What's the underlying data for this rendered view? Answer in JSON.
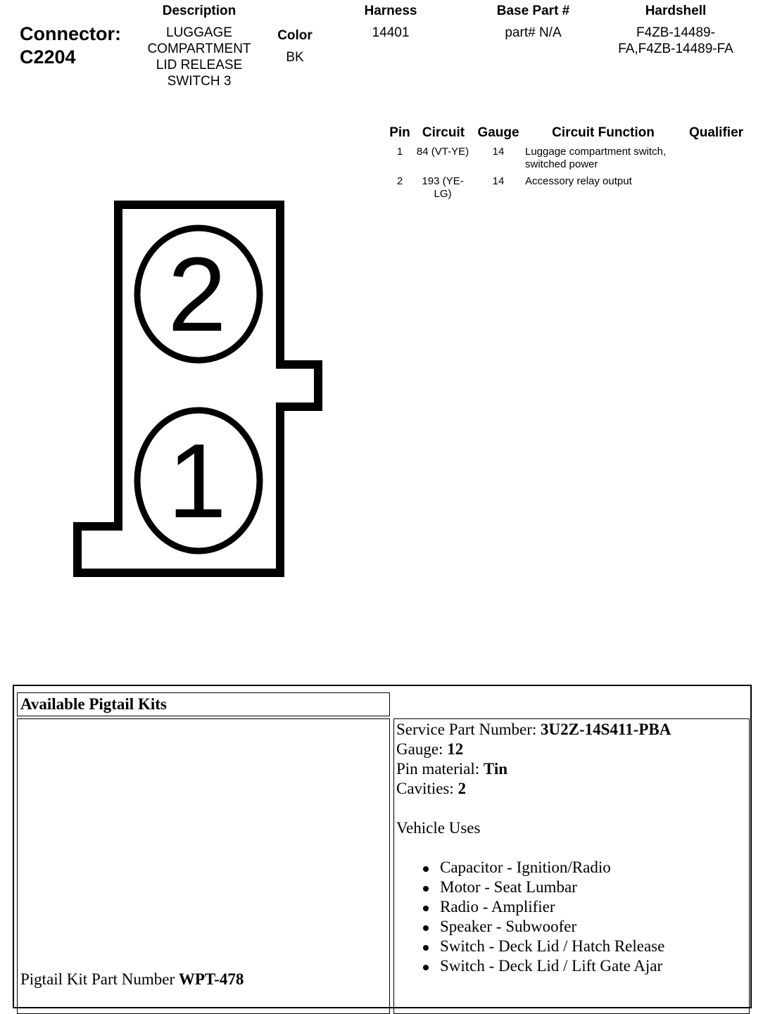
{
  "connector": {
    "label_line1": "Connector:",
    "label_line2": "C2204",
    "description_header": "Description",
    "description_lines": [
      "LUGGAGE",
      "COMPARTMENT",
      "LID RELEASE",
      "SWITCH 3"
    ],
    "color_header": "Color",
    "color_value": "BK",
    "harness_header": "Harness",
    "harness_value": "14401",
    "base_part_header": "Base Part #",
    "base_part_value": "part# N/A",
    "hardshell_header": "Hardshell",
    "hardshell_lines": [
      "F4ZB-14489-",
      "FA,F4ZB-14489-FA"
    ]
  },
  "pin_table": {
    "headers": {
      "pin": "Pin",
      "circuit": "Circuit",
      "gauge": "Gauge",
      "function": "Circuit Function",
      "qualifier": "Qualifier"
    },
    "rows": [
      {
        "pin": "1",
        "circuit_lines": [
          "84 (VT-YE)"
        ],
        "gauge": "14",
        "function_lines": [
          "Luggage compartment switch,",
          "switched power"
        ],
        "qualifier": ""
      },
      {
        "pin": "2",
        "circuit_lines": [
          "193 (YE-",
          "LG)"
        ],
        "gauge": "14",
        "function_lines": [
          "Accessory relay output"
        ],
        "qualifier": ""
      }
    ]
  },
  "diagram": {
    "pin_top": "2",
    "pin_bottom": "1",
    "stroke_color": "#000000"
  },
  "pigtail": {
    "title": "Available Pigtail Kits",
    "kit_part_label": "Pigtail Kit Part Number ",
    "kit_part_value": "WPT-478",
    "service_part_label": "Service Part Number: ",
    "service_part_value": "3U2Z-14S411-PBA",
    "gauge_label": "Gauge: ",
    "gauge_value": "12",
    "pin_material_label": "Pin material: ",
    "pin_material_value": "Tin",
    "cavities_label": "Cavities: ",
    "cavities_value": "2",
    "vehicle_uses_label": "Vehicle Uses",
    "vehicle_uses": [
      "Capacitor - Ignition/Radio",
      "Motor - Seat Lumbar",
      "Radio - Amplifier",
      "Speaker - Subwoofer",
      "Switch - Deck Lid / Hatch Release",
      "Switch - Deck Lid / Lift Gate Ajar"
    ]
  }
}
